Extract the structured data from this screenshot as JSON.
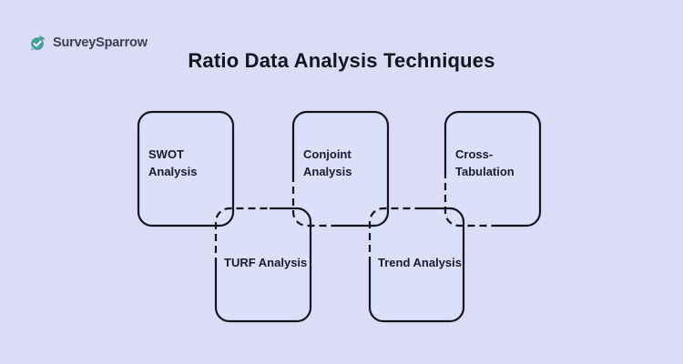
{
  "theme": {
    "bg": "#dcdcf6",
    "box-fill": "#d9e0fa",
    "line": "#14141f",
    "title-color": "#14141f",
    "label-color": "#1a1a2b",
    "brand-color": "#3d3d58",
    "teal": "#45a1a0"
  },
  "header": {
    "brand": "SurveySparrow",
    "title": "Ratio Data Analysis Techniques"
  },
  "diagram": {
    "boxes": [
      {
        "id": "swot",
        "label": "SWOT Analysis"
      },
      {
        "id": "conjoint",
        "label": "Conjoint Analysis"
      },
      {
        "id": "crosstab",
        "label": "Cross-Tabulation"
      },
      {
        "id": "turf",
        "label": "TURF Analysis"
      },
      {
        "id": "trend",
        "label": "Trend Analysis"
      }
    ]
  }
}
